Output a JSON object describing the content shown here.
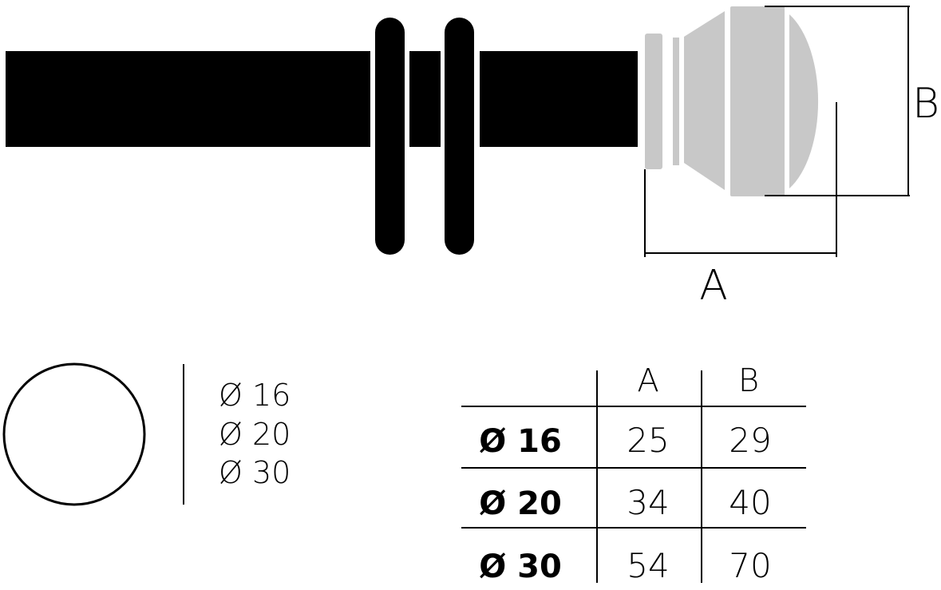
{
  "dimensions": {
    "a_label": "A",
    "b_label": "B"
  },
  "diameters": [
    "Ø 16",
    "Ø 20",
    "Ø 30"
  ],
  "table": {
    "headers": [
      "A",
      "B"
    ],
    "rows": [
      {
        "d": "Ø 16",
        "a": "25",
        "b": "29"
      },
      {
        "d": "Ø 20",
        "a": "34",
        "b": "40"
      },
      {
        "d": "Ø 30",
        "a": "54",
        "b": "70"
      }
    ]
  },
  "colors": {
    "rod": "#000000",
    "finial": "#c8c8c8",
    "line": "#000000"
  }
}
